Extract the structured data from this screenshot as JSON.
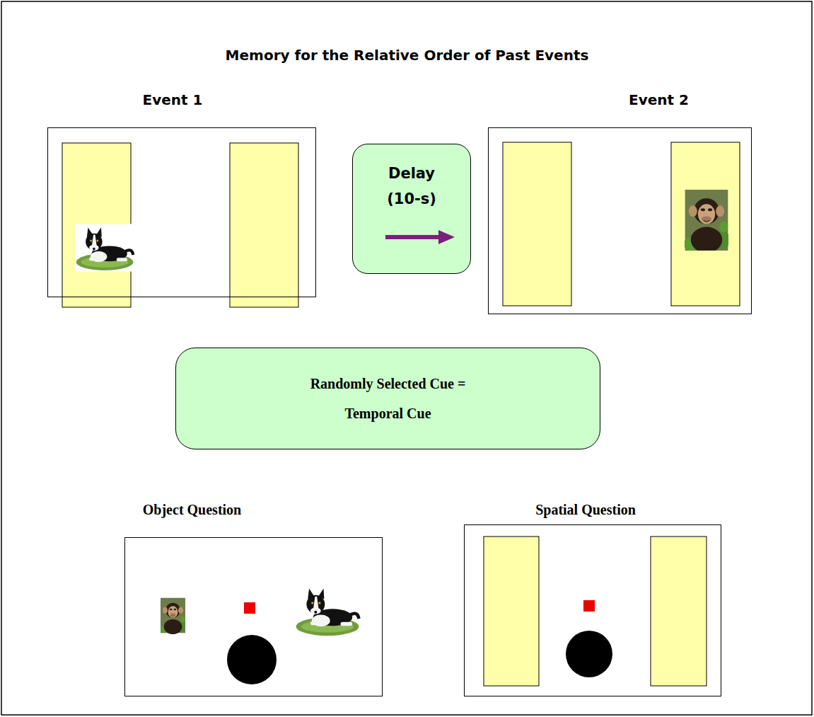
{
  "diagram": {
    "title": "Memory for the Relative Order of Past Events",
    "nodes": [
      {
        "text": [
          "Event 1"
        ]
      },
      {
        "text": [
          "Delay (10-s)"
        ]
      },
      {
        "text": [
          "Event 2"
        ]
      },
      {
        "text": [
          "Randomly Selected Cue = Temporal Cue"
        ]
      },
      {
        "text": [
          "Object Question"
        ]
      },
      {
        "text": [
          "Spatial Question"
        ]
      }
    ]
  }
}
